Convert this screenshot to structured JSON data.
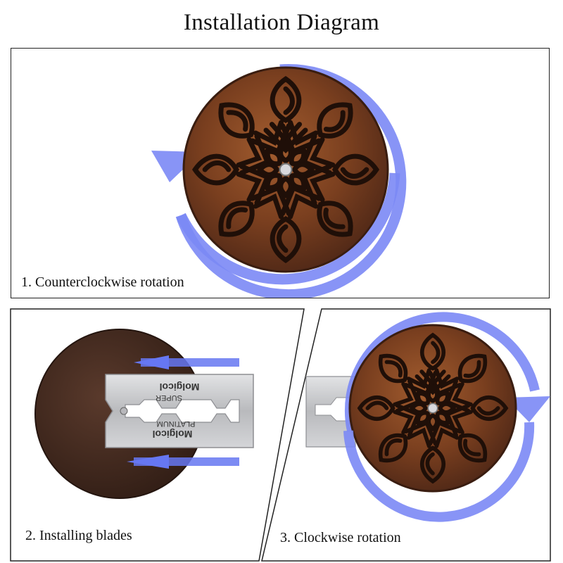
{
  "title": "Installation Diagram",
  "steps": [
    {
      "caption": "1. Counterclockwise rotation"
    },
    {
      "caption": "2. Installing blades"
    },
    {
      "caption": "3. Clockwise rotation"
    }
  ],
  "blade": {
    "brand": "Molgicol",
    "line1": "SUPER",
    "line2": "PLATINUM"
  },
  "colors": {
    "arrow": "#7b88f5",
    "wood_light": "#8a4a24",
    "wood_dark": "#4a2616",
    "carving": "#1f0f08",
    "steel": "#c7c8cb"
  }
}
